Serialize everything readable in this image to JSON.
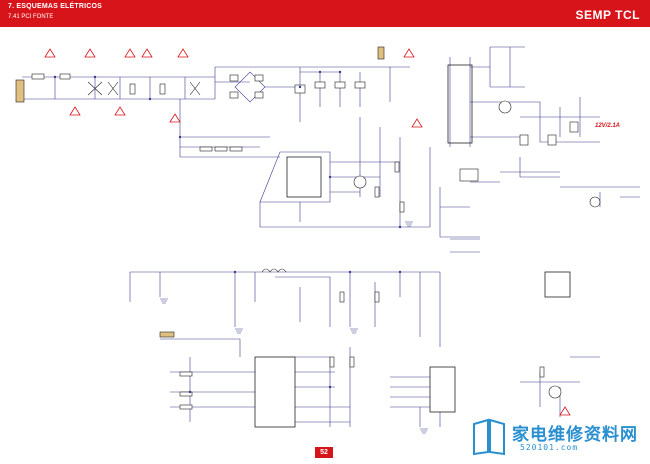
{
  "header": {
    "title": "7. ESQUEMAS ELÉTRICOS",
    "subtitle": "7.41 PCI FONTE",
    "brand": "SEMP TCL"
  },
  "page_number": "52",
  "schematic": {
    "labels": {
      "output_voltage": "12V/2.1A"
    },
    "colors": {
      "wire": "#3a3a90",
      "component": "#222222",
      "warning": "#d7141a",
      "connector": "#e0c080"
    }
  },
  "watermark": {
    "text": "家电维修资料网",
    "url": "520101.com",
    "icon": "book-icon"
  }
}
